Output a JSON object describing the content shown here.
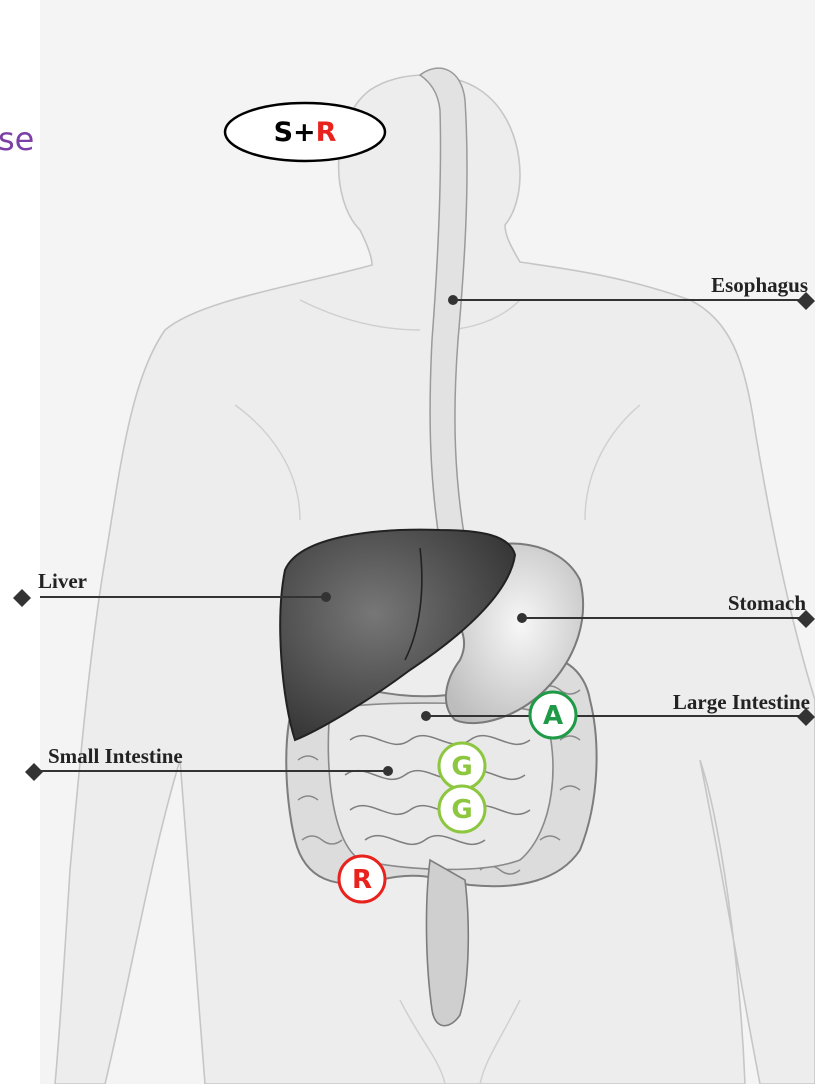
{
  "partial_title": "se",
  "badge": {
    "left": "S+",
    "right": "R"
  },
  "labels": {
    "esophagus": "Esophagus",
    "liver": "Liver",
    "stomach": "Stomach",
    "large_intestine": "Large Intestine",
    "small_intestine": "Small Intestine"
  },
  "markers": {
    "a": "A",
    "g1": "G",
    "g2": "G",
    "r": "R"
  },
  "colors": {
    "title_purple": "#7b3fa6",
    "badge_red": "#e8221d",
    "marker_green_dark": "#1f9a47",
    "marker_green_light": "#8dc63f",
    "marker_red": "#e8221d",
    "label_text": "#222222",
    "liver_fill": "#555555",
    "body_outline": "#c9c9c9"
  }
}
